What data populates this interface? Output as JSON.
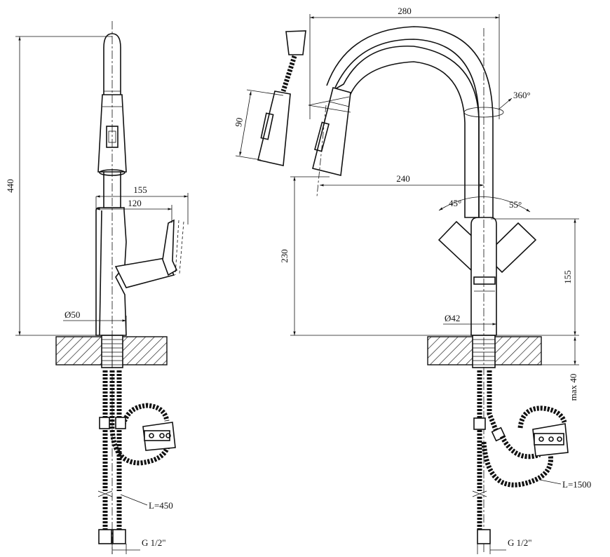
{
  "left_view": {
    "dims": {
      "height": "440",
      "reach": "155",
      "handle_reach": "120",
      "base_diameter": "Ø50",
      "hose_length": "L=450",
      "thread": "G 1/2\""
    }
  },
  "right_view": {
    "dims": {
      "width": "280",
      "spray_length": "90",
      "rotation": "360°",
      "spout_reach": "240",
      "spout_height": "230",
      "angle_left": "45°",
      "angle_right": "55°",
      "lever_height": "155",
      "base_diameter": "Ø42",
      "max_thickness": "max 40",
      "hose_length": "L=1500",
      "thread": "G 1/2\""
    }
  }
}
